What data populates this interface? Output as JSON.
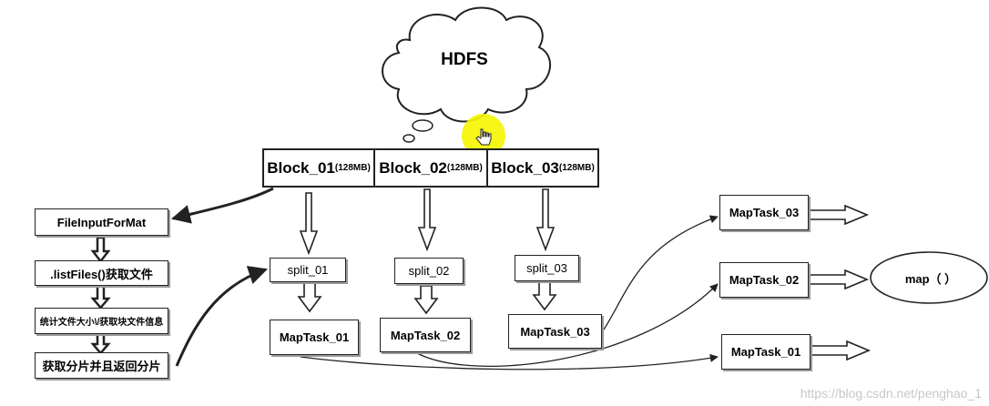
{
  "cloud": {
    "title": "HDFS"
  },
  "blocks": [
    {
      "name": "Block_01",
      "size": "(128MB)"
    },
    {
      "name": "Block_02",
      "size": "(128MB)"
    },
    {
      "name": "Block_03",
      "size": "(128MB)"
    }
  ],
  "steps": [
    "FileInputForMat",
    ".listFiles()获取文件",
    "统计文件大小\\/获取块文件信息",
    "获取分片并且返回分片"
  ],
  "splits": [
    "split_01",
    "split_02",
    "split_03"
  ],
  "maptasks": [
    "MapTask_01",
    "MapTask_02",
    "MapTask_03"
  ],
  "right_maptasks": [
    "MapTask_03",
    "MapTask_02",
    "MapTask_01"
  ],
  "map_label": "map（ ）",
  "watermark": "https://blog.csdn.net/penghao_1",
  "colors": {
    "cursor_highlight": "#f5f500",
    "line": "#222222"
  }
}
